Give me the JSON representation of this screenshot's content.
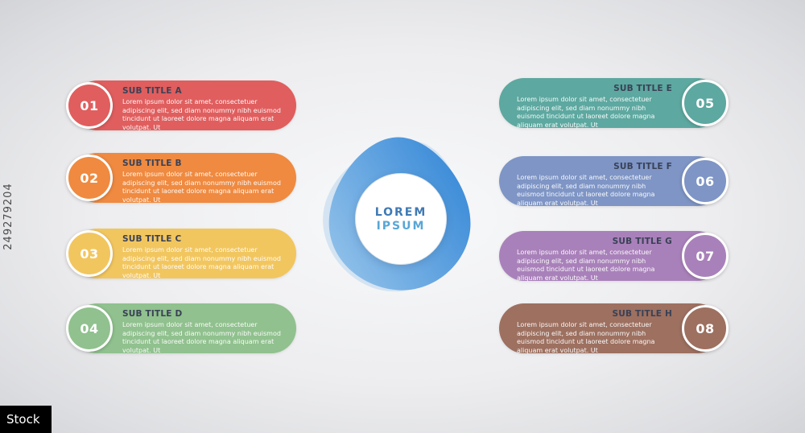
{
  "watermark": {
    "vertical_id": "249279204",
    "stock_label": "Stock"
  },
  "center": {
    "line1": "LOREM",
    "line2": "IPSUM",
    "text_color1": "#3f7ab5",
    "text_color2": "#58a7d6",
    "blob_dark": "#2f84d6",
    "blob_mid": "#8fc0e9",
    "blob_light": "#b9d6ef"
  },
  "items": [
    {
      "number": "01",
      "title": "SUB TITLE A",
      "color": "#e05e5e",
      "text": "Lorem ipsum dolor sit amet, consectetuer adipiscing elit, sed diam nonummy nibh euismod tincidunt ut laoreet dolore magna aliquam erat volutpat. Ut"
    },
    {
      "number": "02",
      "title": "SUB TITLE B",
      "color": "#ef8a40",
      "text": "Lorem ipsum dolor sit amet, consectetuer adipiscing elit, sed diam nonummy nibh euismod tincidunt ut laoreet dolore magna aliquam erat volutpat. Ut"
    },
    {
      "number": "03",
      "title": "SUB TITLE C",
      "color": "#f2c65f",
      "text": "Lorem ipsum dolor sit amet, consectetuer adipiscing elit, sed diam nonummy nibh euismod tincidunt ut laoreet dolore magna aliquam erat volutpat. Ut"
    },
    {
      "number": "04",
      "title": "SUB TITLE D",
      "color": "#90c18e",
      "text": "Lorem ipsum dolor sit amet, consectetuer adipiscing elit, sed diam nonummy nibh euismod tincidunt ut laoreet dolore magna aliquam erat volutpat. Ut"
    },
    {
      "number": "05",
      "title": "SUB TITLE E",
      "color": "#5da8a0",
      "text": "Lorem ipsum dolor sit amet, consectetuer adipiscing elit, sed diam nonummy nibh euismod tincidunt ut laoreet dolore magna aliquam erat volutpat. Ut"
    },
    {
      "number": "06",
      "title": "SUB TITLE F",
      "color": "#7e95c5",
      "text": "Lorem ipsum dolor sit amet, consectetuer adipiscing elit, sed diam nonummy nibh euismod tincidunt ut laoreet dolore magna aliquam erat volutpat. Ut"
    },
    {
      "number": "07",
      "title": "SUB TITLE G",
      "color": "#a981ba",
      "text": "Lorem ipsum dolor sit amet, consectetuer adipiscing elit, sed diam nonummy nibh euismod tincidunt ut laoreet dolore magna aliquam erat volutpat. Ut"
    },
    {
      "number": "08",
      "title": "SUB TITLE H",
      "color": "#9d7060",
      "text": "Lorem ipsum dolor sit amet, consectetuer adipiscing elit, sed diam nonummy nibh euismod tincidunt ut laoreet dolore magna aliquam erat volutpat. Ut"
    }
  ]
}
